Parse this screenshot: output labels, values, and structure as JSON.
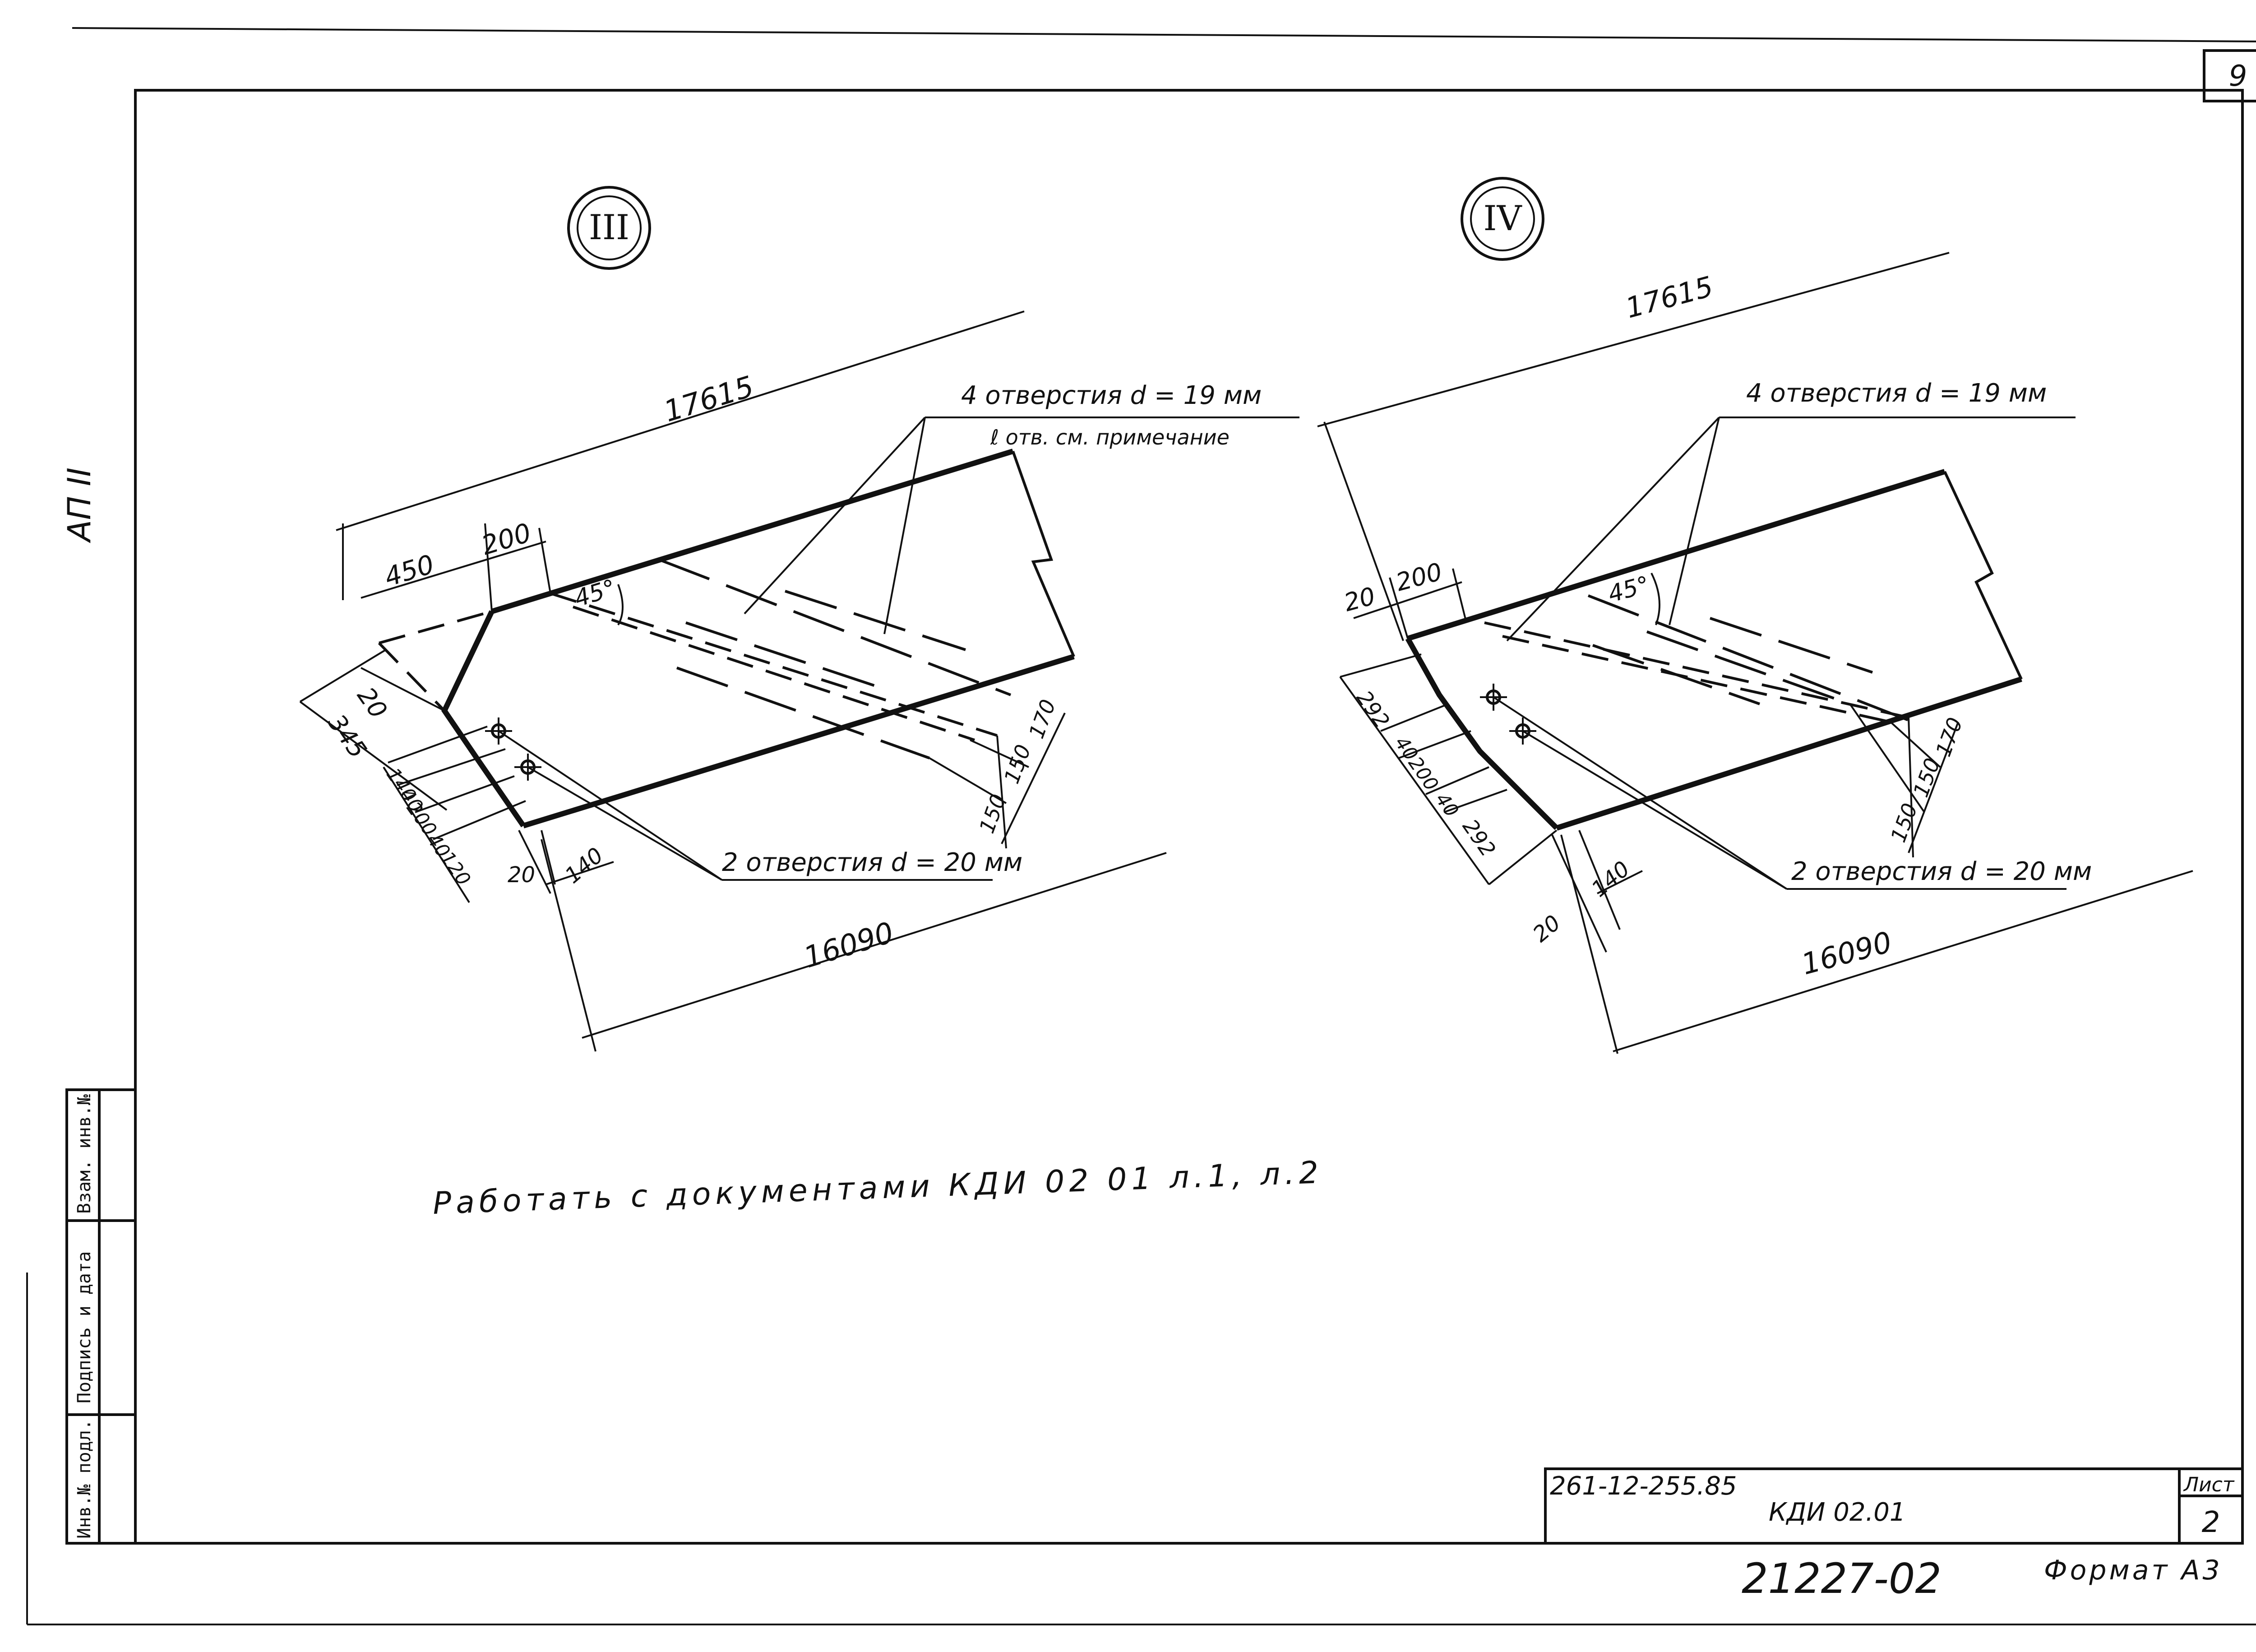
{
  "sheet": {
    "page_number": "9",
    "side_label": "АП II",
    "format_label": "Формат А3",
    "archive_number": "21227-02",
    "note": "Работать с документами КДИ 02 01 л.1, л.2"
  },
  "title_block": {
    "code": "261-12-255.85",
    "doc": "КДИ 02.01",
    "sheet_label": "Лист",
    "sheet_value": "2"
  },
  "side_stamp": {
    "inv_podl": "Инв.№ подл.",
    "podpis": "Подпись и дата",
    "vzam": "Взам. инв.№"
  },
  "view3": {
    "mark": "III",
    "dim_top": "17615",
    "dim_bottom": "16090",
    "d450": "450",
    "d200": "200",
    "angle": "45°",
    "holes4": "4 отверстия d = 19 мм",
    "holes4_note": "ℓ отв. см. примечание",
    "holes2": "2 отверстия d = 20 мм",
    "d20a": "20",
    "d345": "345",
    "d140a": "140",
    "d40a": "40",
    "d200b": "200",
    "d40b": "40",
    "d120": "120",
    "d20b": "20",
    "d140b": "140",
    "d150a": "150",
    "d150b": "150",
    "d170": "170"
  },
  "view4": {
    "mark": "IV",
    "dim_top": "17615",
    "dim_bottom": "16090",
    "d20": "20",
    "d200": "200",
    "angle": "45°",
    "holes4": "4 отверстия d = 19 мм",
    "holes2": "2 отверстия d = 20 мм",
    "d292a": "292",
    "d40a": "40",
    "d200b": "200",
    "d40b": "40",
    "d292b": "292",
    "d140": "140",
    "d20b": "20",
    "d150a": "150",
    "d150b": "150",
    "d170": "170"
  }
}
